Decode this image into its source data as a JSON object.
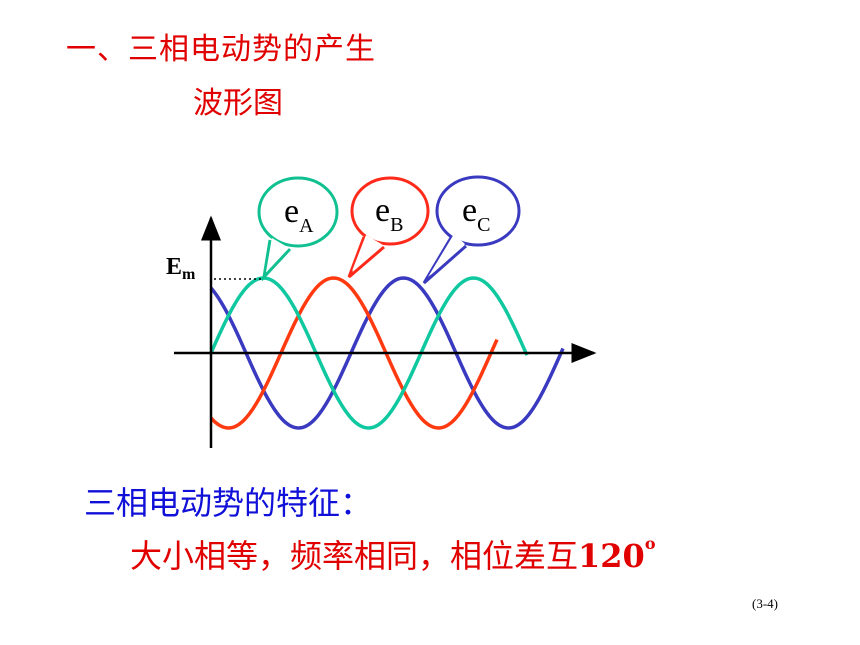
{
  "title": "一、三相电动势的产生",
  "subtitle": "波形图",
  "diagram": {
    "amplitude_label": "E",
    "amplitude_sub": "m",
    "callouts": [
      {
        "main": "e",
        "sub": "A",
        "color": "#10c090"
      },
      {
        "main": "e",
        "sub": "B",
        "color": "#ff2a1a"
      },
      {
        "main": "e",
        "sub": "C",
        "color": "#3a3ac0"
      }
    ]
  },
  "features": {
    "heading": "三相电动势的特征：",
    "detail_text": "大小相等，频率相同，相位差互",
    "detail_number": "120",
    "detail_degree": "o"
  },
  "page_number": "(3-4)"
}
